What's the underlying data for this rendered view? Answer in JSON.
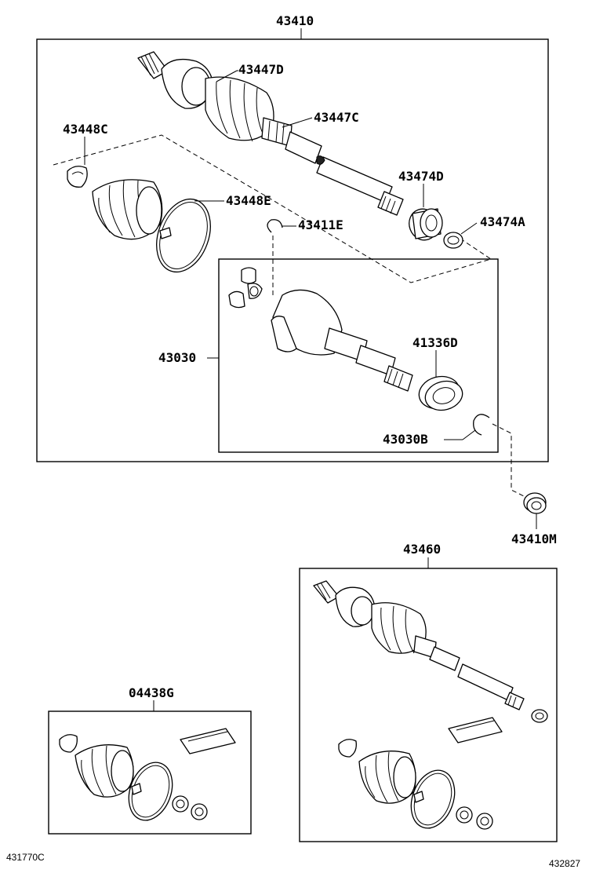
{
  "labels": {
    "p43410": "43410",
    "p43447D": "43447D",
    "p43447C": "43447C",
    "p43448C": "43448C",
    "p43448E": "43448E",
    "p43474D": "43474D",
    "p43474A": "43474A",
    "p43411E": "43411E",
    "p43030": "43030",
    "p41336D": "41336D",
    "p43030B": "43030B",
    "p43410M": "43410M",
    "p43460": "43460",
    "p04438G": "04438G"
  },
  "captions": {
    "bottom_left": "431770C",
    "bottom_right": "432827"
  }
}
